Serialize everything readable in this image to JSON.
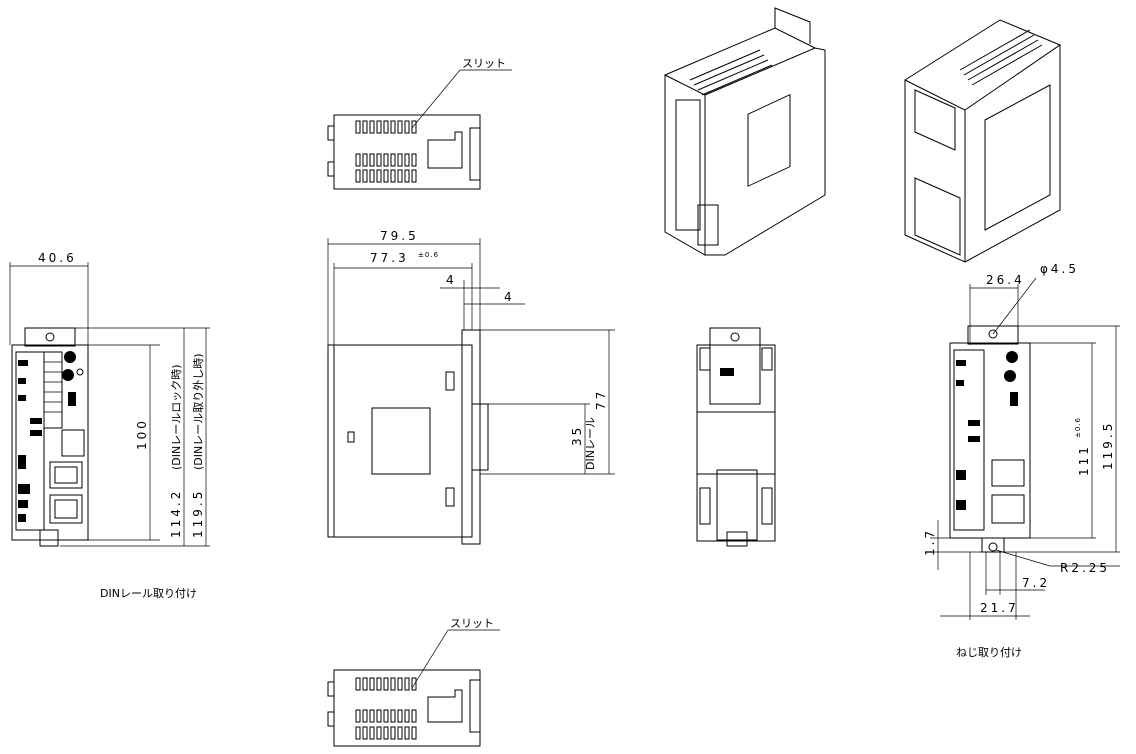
{
  "labels": {
    "slit_top": "スリット",
    "slit_bottom": "スリット",
    "din_mount_caption": "DINレール取り付け",
    "screw_mount_caption": "ねじ取り付け"
  },
  "dimensions": {
    "front_width": "40.6",
    "front_height_lock": "114.2",
    "front_height_lock_note": "(DINレールロック時)",
    "front_height_release": "119.5",
    "front_height_release_note": "(DINレール取り外し時)",
    "front_inner": "100",
    "side_depth_total": "79.5",
    "side_depth": "77.3",
    "side_depth_tol": "±0.6",
    "side_step_a": "4",
    "side_step_b": "4",
    "din_rail_35": "35",
    "din_rail_35_label": "DINレール",
    "din_rail_77": "77",
    "screw_width": "26.4",
    "screw_hole": "φ4.5",
    "screw_height_inner": "111",
    "screw_height_inner_tol": "±0.6",
    "screw_height_total": "119.5",
    "screw_offset": "1.7",
    "screw_radius": "R2.25",
    "screw_slot": "7.2",
    "screw_base": "21.7"
  }
}
